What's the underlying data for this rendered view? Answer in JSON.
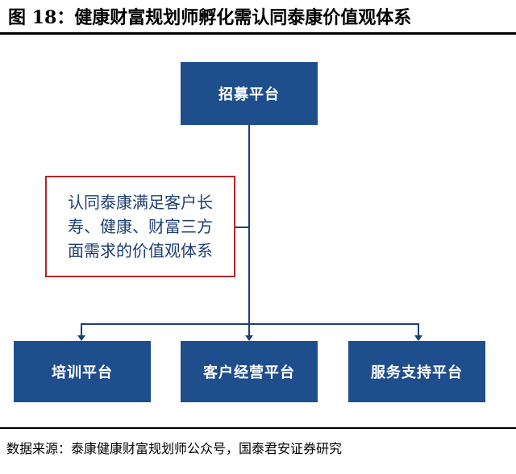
{
  "figure": {
    "title": "图 18：健康财富规划师孵化需认同泰康价值观体系"
  },
  "diagram": {
    "top_box": {
      "label": "招募平台"
    },
    "annotation": {
      "text": "认同泰康满足客户长\n寿、健康、财富三方\n面需求的价值观体系"
    },
    "bottom_boxes": [
      {
        "label": "培训平台"
      },
      {
        "label": "客户经营平台"
      },
      {
        "label": "服务支持平台"
      }
    ],
    "colors": {
      "box_fill": "#1f4e8c",
      "connector": "#1f3e73",
      "annotation_border": "#b4252a",
      "annotation_text": "#1f3e73"
    }
  },
  "footer": {
    "source": "数据来源：泰康健康财富规划师公众号，国泰君安证券研究"
  }
}
